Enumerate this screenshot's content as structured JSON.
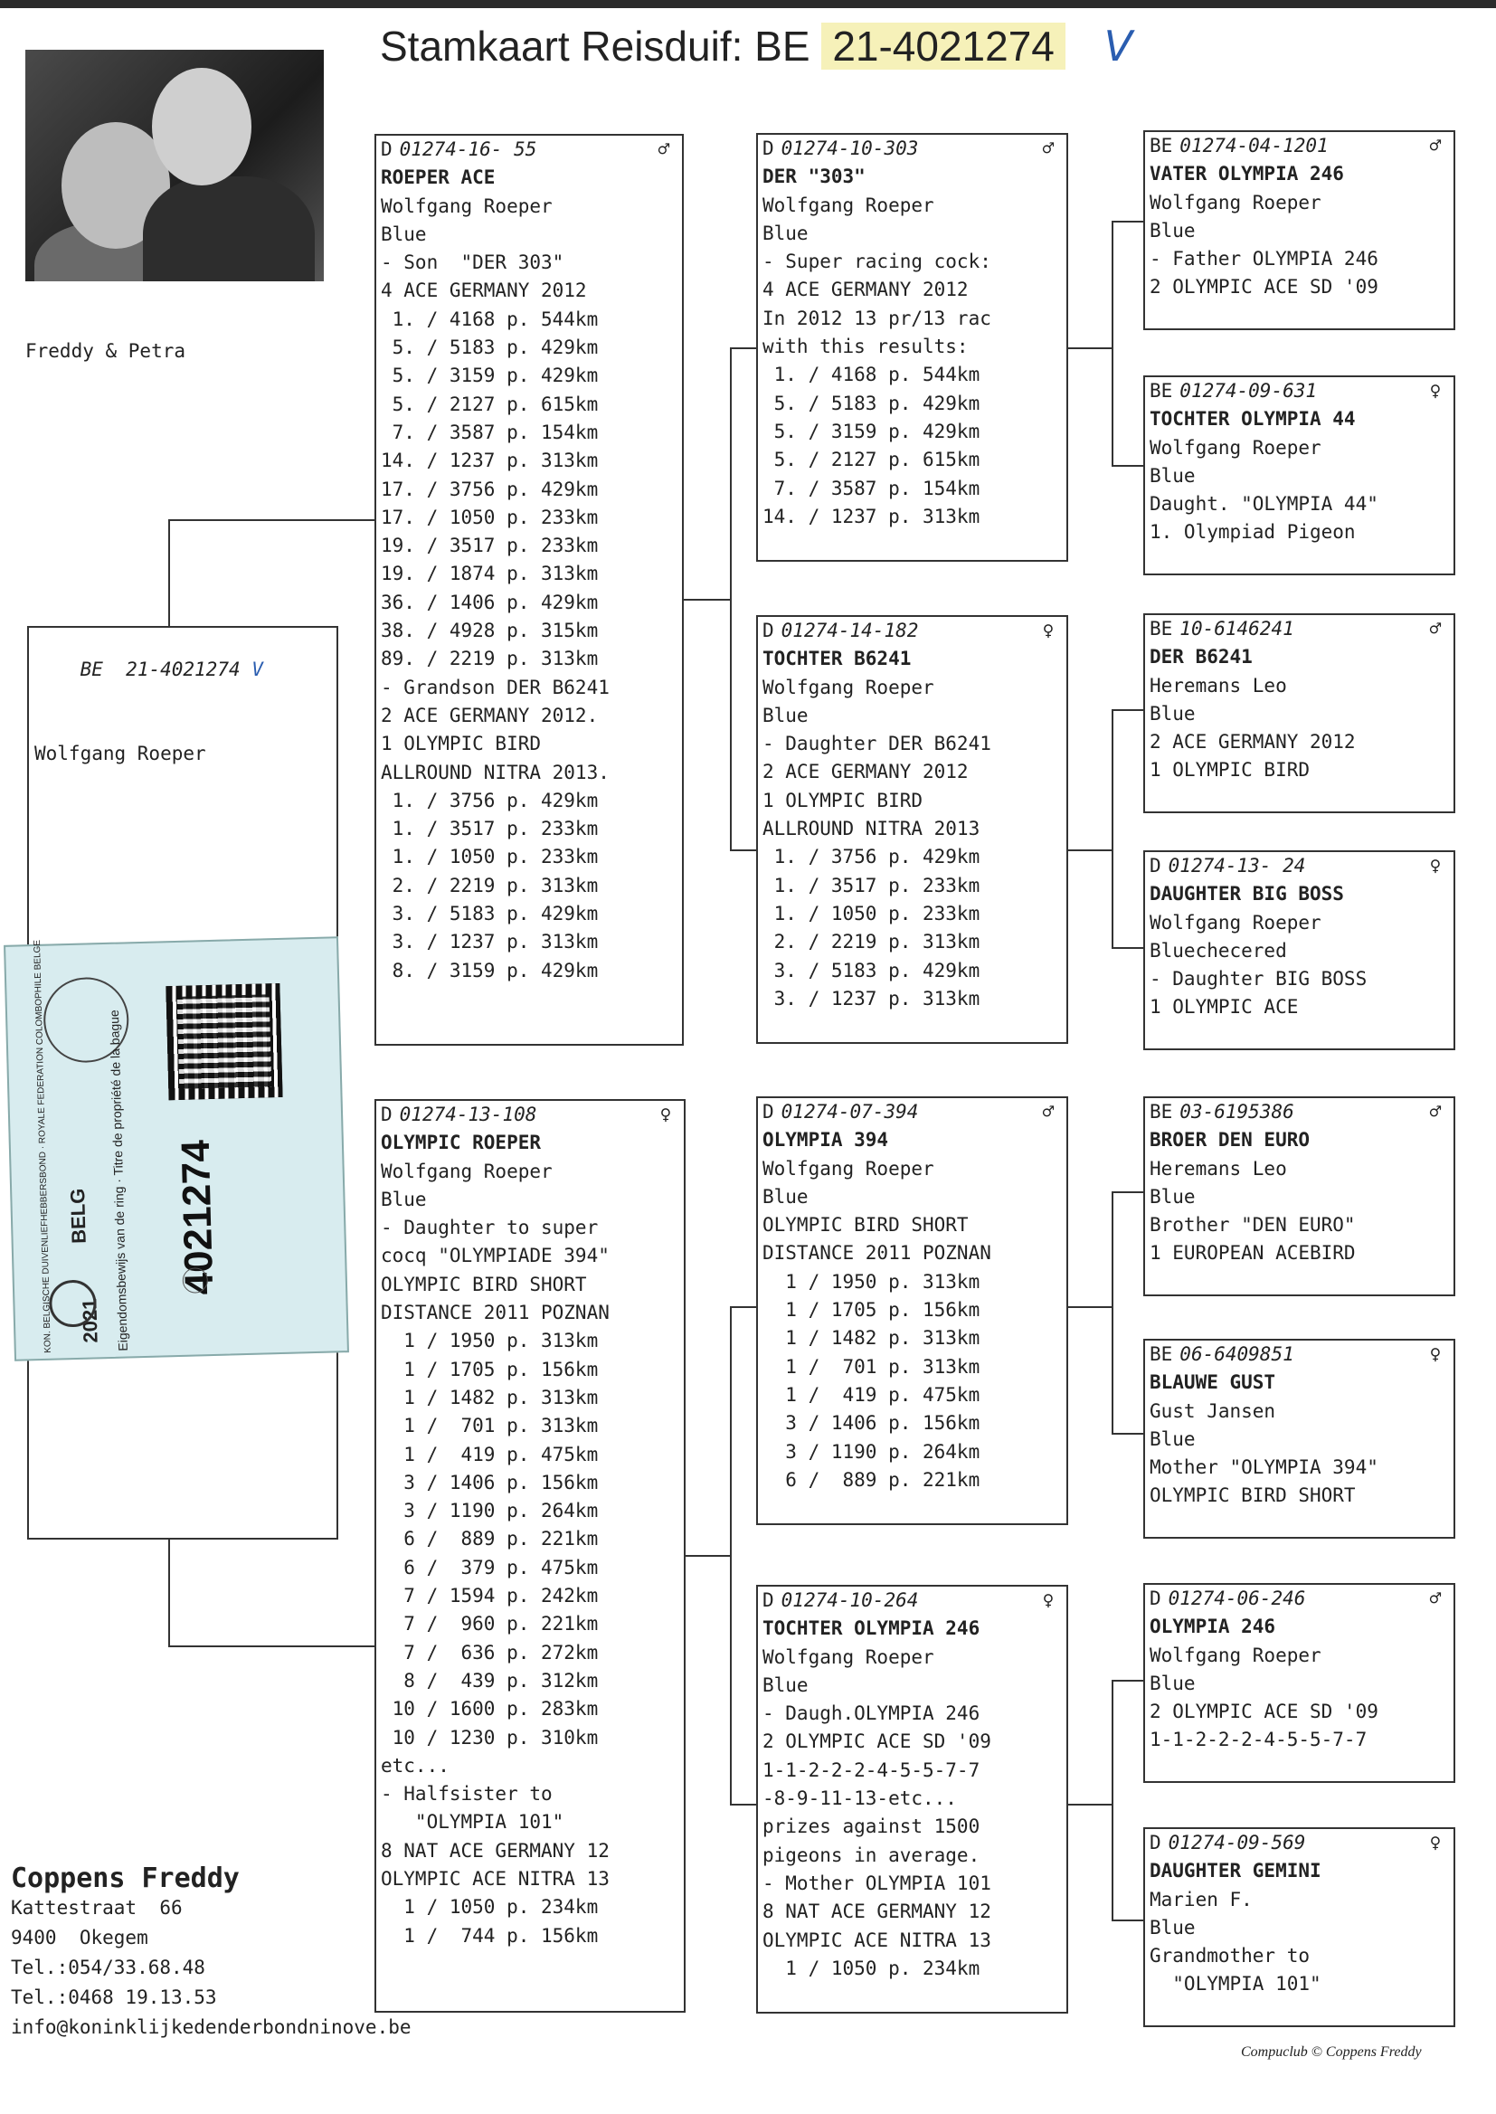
{
  "title": {
    "prefix": "Stamkaart Reisduif: BE",
    "ring": "21-4021274",
    "check": "V"
  },
  "owners": "Freddy & Petra",
  "subject": {
    "country": "BE",
    "ring": "21-4021274",
    "check": "V",
    "breeder": "Wolfgang Roeper"
  },
  "ring_card": {
    "number": "4021274",
    "country": "BELG",
    "year": "2021",
    "property": "Eigendomsbewijs van de ring · Titre de propriété de la bague",
    "federation": "KON. BELGISCHE DUIVENLIEFHEBBERSBOND · ROYALE FEDERATION COLOMBOPHILE BELGE"
  },
  "pedigree": [
    {
      "id": "father",
      "country": "D",
      "ring": "01274-16- 55",
      "sex": "♂",
      "lines": [
        "ROEPER ACE",
        "Wolfgang Roeper",
        "Blue",
        "- Son  \"DER 303\"",
        "4 ACE GERMANY 2012",
        " 1. / 4168 p. 544km",
        " 5. / 5183 p. 429km",
        " 5. / 3159 p. 429km",
        " 5. / 2127 p. 615km",
        " 7. / 3587 p. 154km",
        "14. / 1237 p. 313km",
        "17. / 3756 p. 429km",
        "17. / 1050 p. 233km",
        "19. / 3517 p. 233km",
        "19. / 1874 p. 313km",
        "36. / 1406 p. 429km",
        "38. / 4928 p. 315km",
        "89. / 2219 p. 313km",
        "- Grandson DER B6241",
        "2 ACE GERMANY 2012.",
        "1 OLYMPIC BIRD",
        "ALLROUND NITRA 2013.",
        " 1. / 3756 p. 429km",
        " 1. / 3517 p. 233km",
        " 1. / 1050 p. 233km",
        " 2. / 2219 p. 313km",
        " 3. / 5183 p. 429km",
        " 3. / 1237 p. 313km",
        " 8. / 3159 p. 429km"
      ]
    },
    {
      "id": "mother",
      "country": "D",
      "ring": "01274-13-108",
      "sex": "♀",
      "lines": [
        "OLYMPIC ROEPER",
        "Wolfgang Roeper",
        "Blue",
        "- Daughter to super",
        "cocq \"OLYMPIADE 394\"",
        "OLYMPIC BIRD SHORT",
        "DISTANCE 2011 POZNAN",
        "  1 / 1950 p. 313km",
        "  1 / 1705 p. 156km",
        "  1 / 1482 p. 313km",
        "  1 /  701 p. 313km",
        "  1 /  419 p. 475km",
        "  3 / 1406 p. 156km",
        "  3 / 1190 p. 264km",
        "  6 /  889 p. 221km",
        "  6 /  379 p. 475km",
        "  7 / 1594 p. 242km",
        "  7 /  960 p. 221km",
        "  7 /  636 p. 272km",
        "  8 /  439 p. 312km",
        " 10 / 1600 p. 283km",
        " 10 / 1230 p. 310km",
        "etc...",
        "- Halfsister to",
        "   \"OLYMPIA 101\"",
        "8 NAT ACE GERMANY 12",
        "OLYMPIC ACE NITRA 13",
        "  1 / 1050 p. 234km",
        "  1 /  744 p. 156km"
      ]
    },
    {
      "id": "ff",
      "country": "D",
      "ring": "01274-10-303",
      "sex": "♂",
      "lines": [
        "DER \"303\"",
        "Wolfgang Roeper",
        "Blue",
        "- Super racing cock:",
        "4 ACE GERMANY 2012",
        "In 2012 13 pr/13 rac",
        "with this results:",
        " 1. / 4168 p. 544km",
        " 5. / 5183 p. 429km",
        " 5. / 3159 p. 429km",
        " 5. / 2127 p. 615km",
        " 7. / 3587 p. 154km",
        "14. / 1237 p. 313km"
      ]
    },
    {
      "id": "fm",
      "country": "D",
      "ring": "01274-14-182",
      "sex": "♀",
      "lines": [
        "TOCHTER B6241",
        "Wolfgang Roeper",
        "Blue",
        "- Daughter DER B6241",
        "2 ACE GERMANY 2012",
        "1 OLYMPIC BIRD",
        "ALLROUND NITRA 2013",
        " 1. / 3756 p. 429km",
        " 1. / 3517 p. 233km",
        " 1. / 1050 p. 233km",
        " 2. / 2219 p. 313km",
        " 3. / 5183 p. 429km",
        " 3. / 1237 p. 313km"
      ]
    },
    {
      "id": "mf",
      "country": "D",
      "ring": "01274-07-394",
      "sex": "♂",
      "lines": [
        "OLYMPIA 394",
        "Wolfgang Roeper",
        "Blue",
        "OLYMPIC BIRD SHORT",
        "DISTANCE 2011 POZNAN",
        "  1 / 1950 p. 313km",
        "  1 / 1705 p. 156km",
        "  1 / 1482 p. 313km",
        "  1 /  701 p. 313km",
        "  1 /  419 p. 475km",
        "  3 / 1406 p. 156km",
        "  3 / 1190 p. 264km",
        "  6 /  889 p. 221km"
      ]
    },
    {
      "id": "mm",
      "country": "D",
      "ring": "01274-10-264",
      "sex": "♀",
      "lines": [
        "TOCHTER OLYMPIA 246",
        "Wolfgang Roeper",
        "Blue",
        "- Daugh.OLYMPIA 246",
        "2 OLYMPIC ACE SD '09",
        "1-1-2-2-2-4-5-5-7-7",
        "-8-9-11-13-etc...",
        "prizes against 1500",
        "pigeons in average.",
        "- Mother OLYMPIA 101",
        "8 NAT ACE GERMANY 12",
        "OLYMPIC ACE NITRA 13",
        "  1 / 1050 p. 234km"
      ]
    },
    {
      "id": "fff",
      "country": "BE",
      "ring": "01274-04-1201",
      "sex": "♂",
      "lines": [
        "VATER OLYMPIA 246",
        "Wolfgang Roeper",
        "Blue",
        "- Father OLYMPIA 246",
        "2 OLYMPIC ACE SD '09"
      ]
    },
    {
      "id": "ffm",
      "country": "BE",
      "ring": "01274-09-631",
      "sex": "♀",
      "lines": [
        "TOCHTER OLYMPIA 44",
        "Wolfgang Roeper",
        "Blue",
        "Daught. \"OLYMPIA 44\"",
        "1. Olympiad Pigeon"
      ]
    },
    {
      "id": "fmf",
      "country": "BE",
      "ring": "10-6146241",
      "sex": "♂",
      "lines": [
        "DER B6241",
        "Heremans Leo",
        "Blue",
        "2 ACE GERMANY 2012",
        "1 OLYMPIC BIRD"
      ]
    },
    {
      "id": "fmm",
      "country": "D",
      "ring": "01274-13- 24",
      "sex": "♀",
      "lines": [
        "DAUGHTER BIG BOSS",
        "Wolfgang Roeper",
        "Bluechecered",
        "- Daughter BIG BOSS",
        "1 OLYMPIC ACE"
      ]
    },
    {
      "id": "mff",
      "country": "BE",
      "ring": "03-6195386",
      "sex": "♂",
      "lines": [
        "BROER DEN EURO",
        "Heremans Leo",
        "Blue",
        "Brother \"DEN EURO\"",
        "1 EUROPEAN ACEBIRD"
      ]
    },
    {
      "id": "mfm",
      "country": "BE",
      "ring": "06-6409851",
      "sex": "♀",
      "lines": [
        "BLAUWE GUST",
        "Gust Jansen",
        "Blue",
        "Mother \"OLYMPIA 394\"",
        "OLYMPIC BIRD SHORT"
      ]
    },
    {
      "id": "mmf",
      "country": "D",
      "ring": "01274-06-246",
      "sex": "♂",
      "lines": [
        "OLYMPIA 246",
        "Wolfgang Roeper",
        "Blue",
        "2 OLYMPIC ACE SD '09",
        "1-1-2-2-2-4-5-5-7-7"
      ]
    },
    {
      "id": "mmm",
      "country": "D",
      "ring": "01274-09-569",
      "sex": "♀",
      "lines": [
        "DAUGHTER GEMINI",
        "Marien F.",
        "Blue",
        "Grandmother to",
        "  \"OLYMPIA 101\""
      ]
    }
  ],
  "breeder": {
    "name": "Coppens Freddy",
    "street": "Kattestraat  66",
    "city": "9400  Okegem",
    "tel1": "Tel.:054/33.68.48",
    "tel2": "Tel.:0468 19.13.53",
    "email": "info@koninklijkedenderbondninove.be"
  },
  "footer": "Compuclub © Coppens Freddy"
}
